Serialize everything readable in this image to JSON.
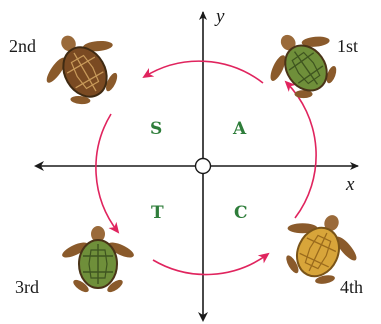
{
  "axes": {
    "x_label": "x",
    "y_label": "y"
  },
  "quadrant_letters": {
    "first": "A",
    "second": "S",
    "third": "T",
    "fourth": "C"
  },
  "ordinals": {
    "first": "1st",
    "second": "2nd",
    "third": "3rd",
    "fourth": "4th"
  },
  "colors": {
    "arrow": "#e0245e",
    "letters": "#2e7d3a",
    "axes": "#1a1a1a",
    "turtle_green": "#6f8f3a",
    "turtle_yellow": "#d8a53a",
    "turtle_brown": "#7a4a22"
  },
  "icons": [
    "turtle-first-quadrant",
    "turtle-second-quadrant",
    "turtle-third-quadrant",
    "turtle-fourth-quadrant"
  ]
}
